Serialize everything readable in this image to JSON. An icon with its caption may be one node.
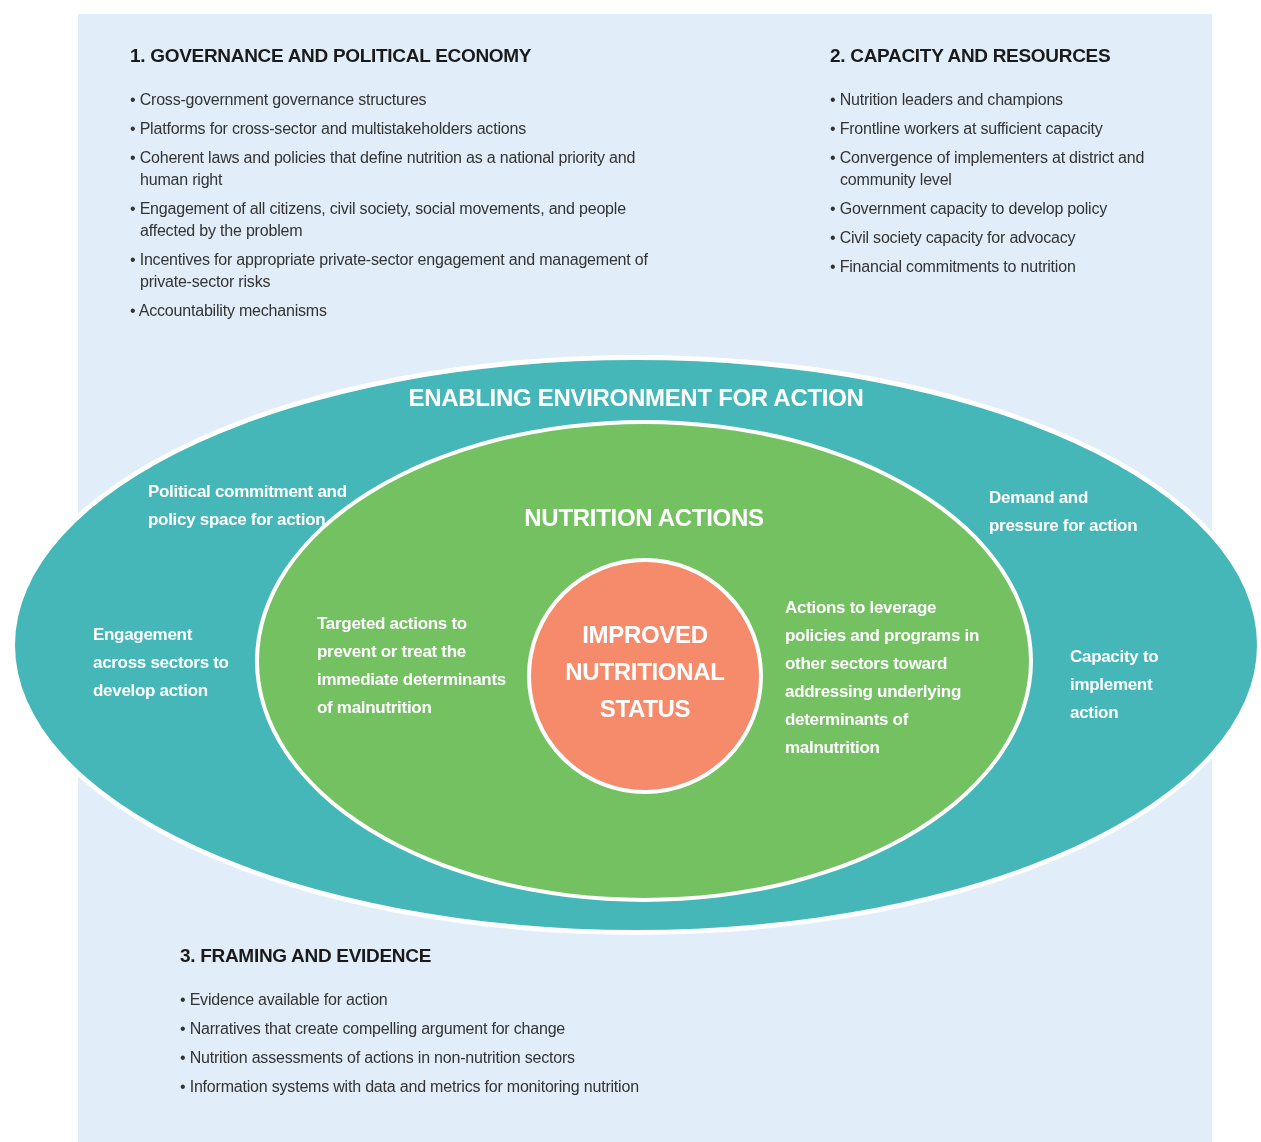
{
  "diagram": {
    "nodes": [
      {
        "text": [
          "ENABLING ENVIRONMENT FOR ACTION",
          "Political commitment and policy space for action",
          "Demand and pressure for action",
          "Engagement across sectors to develop action",
          "Capacity to implement action"
        ]
      },
      {
        "text": [
          "NUTRITION ACTIONS",
          "Targeted actions to prevent or treat the immediate determinants of malnutrition",
          "Actions to leverage policies and programs in other sectors toward addressing underlying determinants of malnutrition"
        ],
        "in": 0
      },
      {
        "text": [
          "IMPROVED NUTRITIONAL STATUS"
        ],
        "in": 1
      }
    ],
    "edges": [],
    "labels": [
      "1. GOVERNANCE AND POLITICAL ECONOMY",
      "• Cross-government governance structures",
      "• Platforms for cross-sector and multistakeholders actions",
      "• Coherent laws and policies that define nutrition as a national priority and human right",
      "• Engagement of all citizens, civil society, social movements, and people affected by the problem",
      "• Incentives for appropriate private-sector engagement and management of private-sector risks",
      "• Accountability mechanisms",
      "2. CAPACITY AND RESOURCES",
      "• Nutrition leaders and champions",
      "• Frontline workers at sufficient capacity",
      "• Convergence of implementers at district and community level",
      "• Government capacity to develop policy",
      "• Civil society capacity for advocacy",
      "• Financial commitments to nutrition",
      "3. FRAMING AND EVIDENCE",
      "• Evidence available for action",
      "• Narratives that create compelling argument for change",
      "• Nutrition assessments of actions in non-nutrition sectors",
      "• Information systems with data and metrics for monitoring nutrition"
    ]
  }
}
